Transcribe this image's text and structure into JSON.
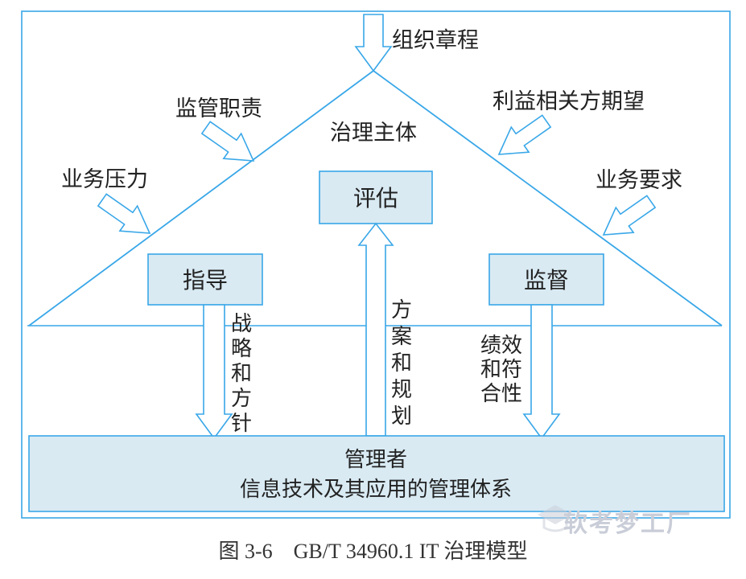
{
  "colors": {
    "line": "#39a7e8",
    "box_fill": "#d9eaf3",
    "arrow_fill": "#ffffff",
    "text": "#222222"
  },
  "inputs": {
    "top": "组织章程",
    "left_upper": "监管职责",
    "left_lower": "业务压力",
    "right_upper": "利益相关方期望",
    "right_lower": "业务要求"
  },
  "governance": {
    "title": "治理主体",
    "evaluate": "评估",
    "direct": "指导",
    "monitor": "监督"
  },
  "flows": {
    "direct_down": [
      "战",
      "略",
      "和",
      "方",
      "针"
    ],
    "plan_up": [
      "方",
      "案",
      "和",
      "规",
      "划"
    ],
    "perf_lines": [
      "绩效",
      "和符",
      "合性"
    ]
  },
  "management": {
    "line1": "管理者",
    "line2": "信息技术及其应用的管理体系"
  },
  "caption": "图 3-6　GB/T 34960.1 IT 治理模型",
  "watermark": "软考梦工厂"
}
